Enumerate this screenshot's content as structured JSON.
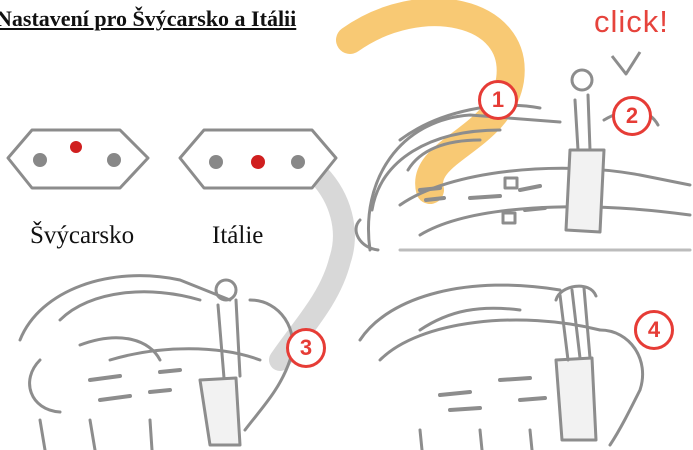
{
  "heading": "Nastavení pro Švýcarsko a Itálii",
  "captions": {
    "switzerland": "Švýcarsko",
    "italy": "Itálie"
  },
  "click_label": "click!",
  "steps": [
    "1",
    "2",
    "3",
    "4"
  ],
  "colors": {
    "accent": "#e63c36",
    "line": "#9a9a9a",
    "watermark": "#f4a535"
  }
}
